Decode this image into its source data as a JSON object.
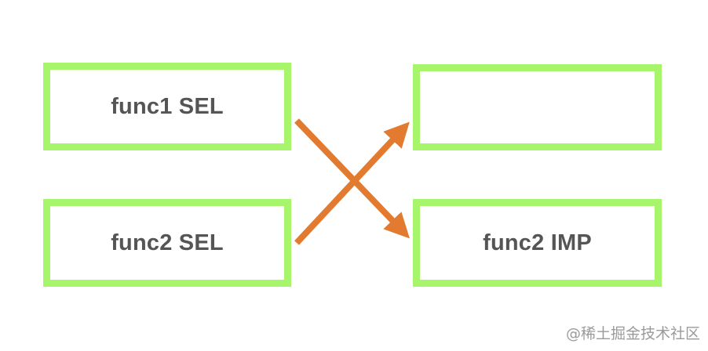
{
  "diagram": {
    "boxes": {
      "func1_sel": {
        "label": "func1 SEL"
      },
      "func2_sel": {
        "label": "func2 SEL"
      },
      "empty_imp": {
        "label": ""
      },
      "func2_imp": {
        "label": "func2 IMP"
      }
    },
    "arrows": [
      {
        "from": "func1_sel",
        "to": "func2_imp"
      },
      {
        "from": "func2_sel",
        "to": "empty_imp"
      }
    ]
  },
  "watermark": "@稀土掘金技术社区",
  "colors": {
    "box_border": "#a6f56b",
    "arrow": "#e27b2f",
    "label_text": "#555555",
    "watermark_text": "#9a9a9a"
  }
}
